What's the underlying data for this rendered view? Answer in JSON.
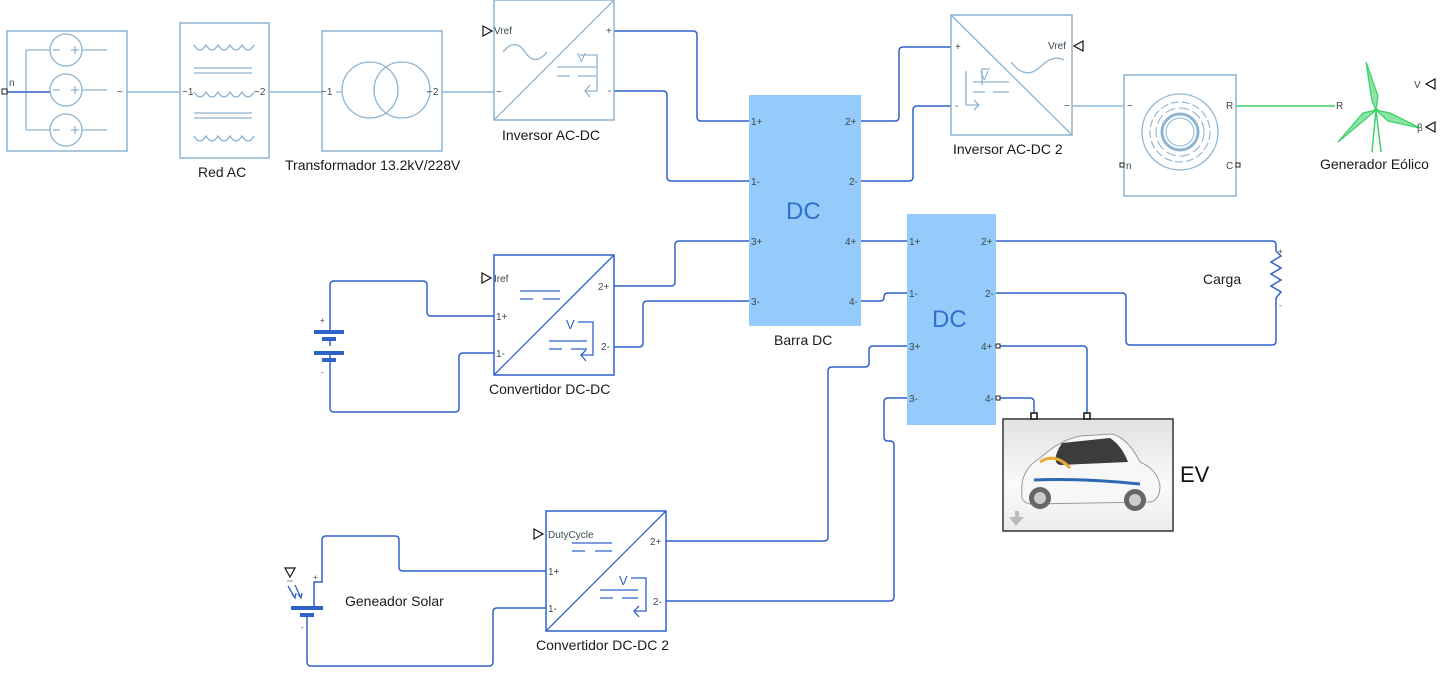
{
  "diagram": {
    "blocks": {
      "ac_source": {
        "port_n": "n",
        "port_ac": "~"
      },
      "red_ac": {
        "label": "Red AC",
        "port1": "~1",
        "port2": "~2"
      },
      "transformer": {
        "label": "Transformador 13.2kV/228V",
        "port1": "~1",
        "port2": "~2"
      },
      "inversor1": {
        "label": "Inversor AC-DC",
        "input": "Vref",
        "port_ac": "~",
        "port_pos": "+",
        "port_neg": "-",
        "v_glyph": "V"
      },
      "barra_dc": {
        "label": "Barra DC",
        "center_text": "DC",
        "ports_left": [
          "1+",
          "1-",
          "3+",
          "3-"
        ],
        "ports_right": [
          "2+",
          "2-",
          "4+",
          "4-"
        ]
      },
      "inversor2": {
        "label": "Inversor AC-DC 2",
        "input": "Vref",
        "port_ac": "~",
        "port_pos": "+",
        "port_neg": "-",
        "v_glyph": "V"
      },
      "machine": {
        "port_ac": "~",
        "port_n": "n",
        "port_r": "R",
        "port_c": "C"
      },
      "wind": {
        "label": "Generador Eólico",
        "port_r": "R",
        "input_v": "V",
        "input_beta": "β"
      },
      "dc_bus2": {
        "center_text": "DC",
        "ports_left": [
          "1+",
          "1-",
          "3+",
          "3-"
        ],
        "ports_right": [
          "2+",
          "2-",
          "4+",
          "4-"
        ]
      },
      "carga": {
        "label": "Carga",
        "pos": "+",
        "neg": "-"
      },
      "battery": {
        "pos": "+",
        "neg": "-"
      },
      "conv1": {
        "label": "Convertidor DC-DC",
        "input": "Iref",
        "p1pos": "1+",
        "p1neg": "1-",
        "p2pos": "2+",
        "p2neg": "2-",
        "v_glyph": "V"
      },
      "ev": {
        "label": "EV"
      },
      "solar": {
        "label": "Geneador Solar",
        "pos": "+",
        "neg": "-"
      },
      "conv2": {
        "label": "Convertidor DC-DC 2",
        "input": "DutyCycle",
        "p1pos": "1+",
        "p1neg": "1-",
        "p2pos": "2+",
        "p2neg": "2-",
        "v_glyph": "V"
      }
    },
    "colors": {
      "block_border": "#8db4d0",
      "ac_wire": "#7aaed6",
      "dc_wire": "#2f62c9",
      "bus_fill": "#94cbfb",
      "bus_text": "#2f6fcf",
      "mech_wire": "#3cd36a"
    }
  }
}
